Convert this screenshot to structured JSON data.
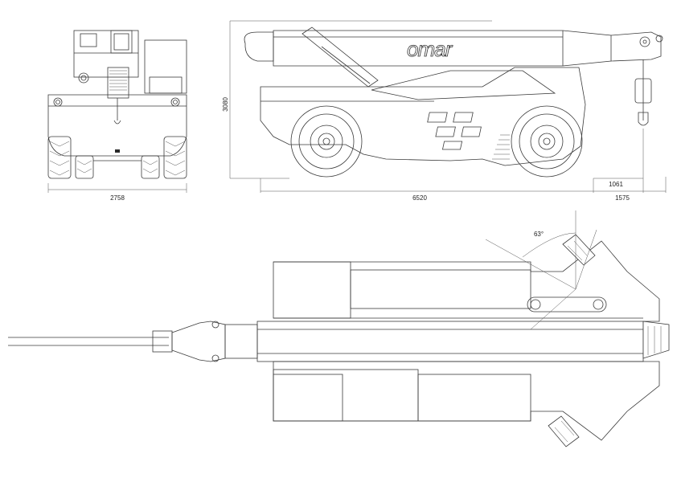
{
  "brand": {
    "logo_text": "omar"
  },
  "dimensions": {
    "front_width": "2758",
    "overall_height": "3080",
    "wheelbase_length": "6520",
    "hook_overhang": "1061",
    "front_overhang": "1575",
    "steering_angle": "63°"
  },
  "colors": {
    "line": "#3a3a3a",
    "background": "#ffffff"
  }
}
